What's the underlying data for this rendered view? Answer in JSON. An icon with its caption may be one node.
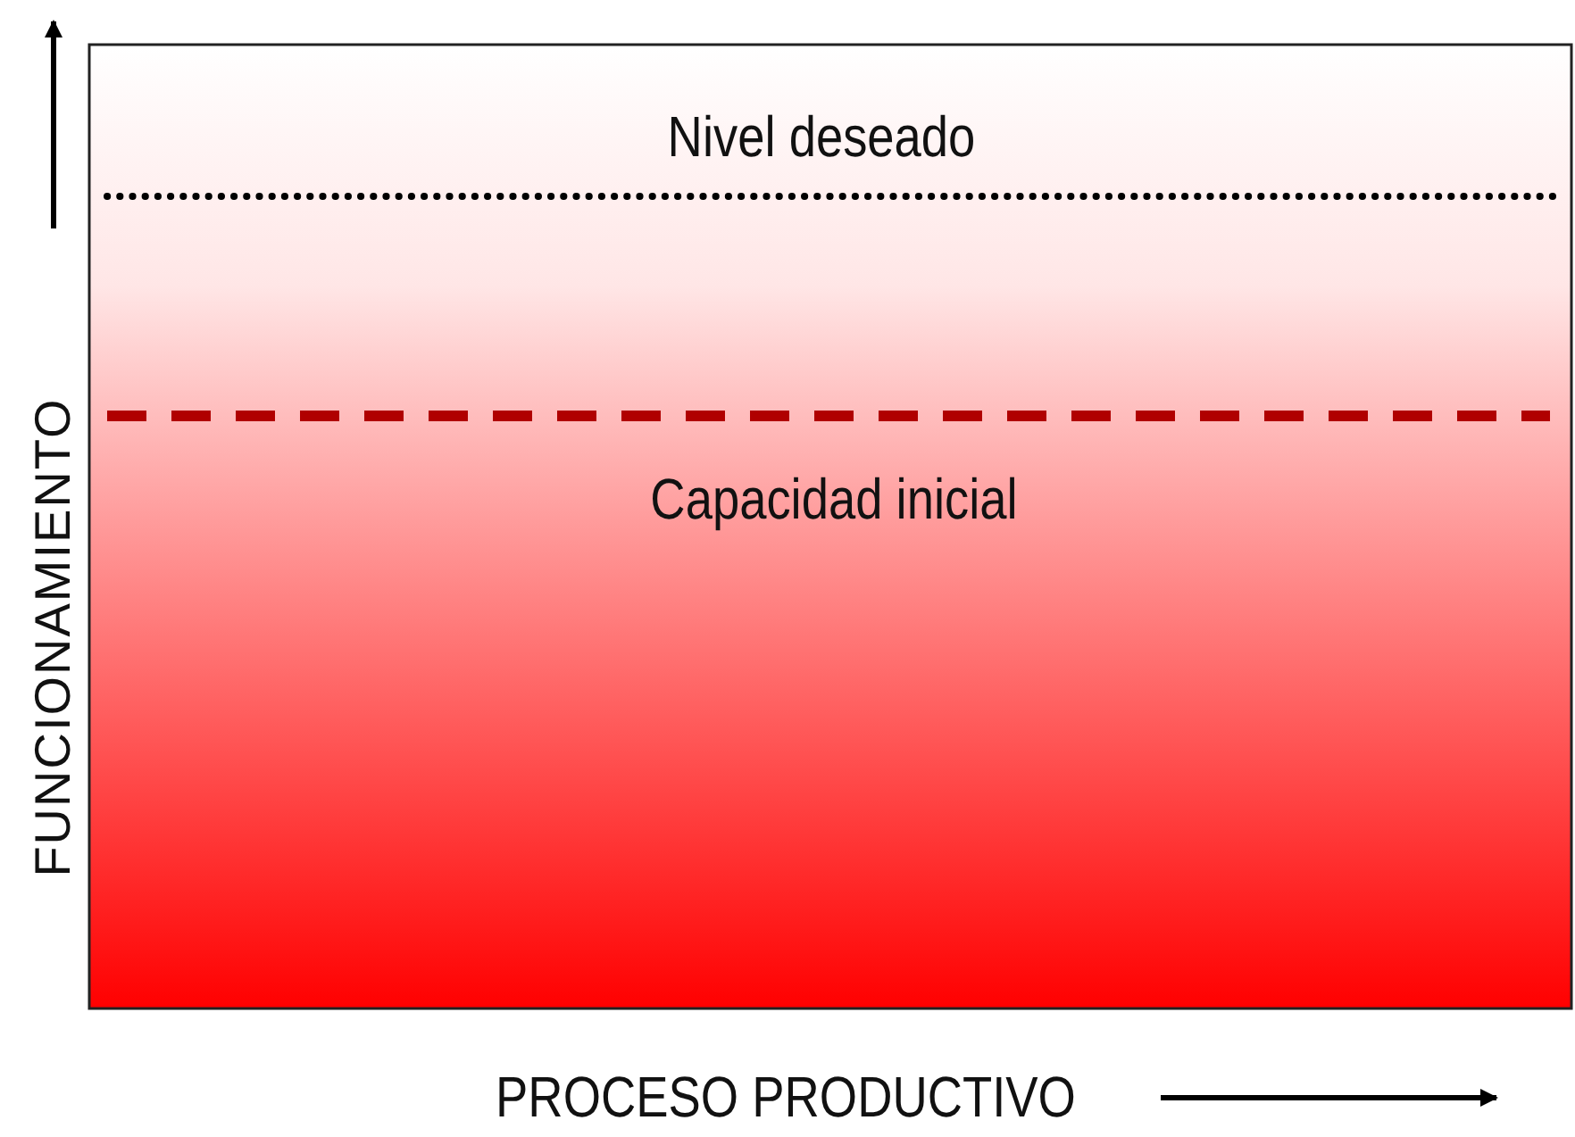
{
  "diagram": {
    "labels": [
      "Nivel deseado",
      "Capacidad inicial",
      "FUNCIONAMIENTO",
      "PROCESO PRODUCTIVO"
    ]
  }
}
